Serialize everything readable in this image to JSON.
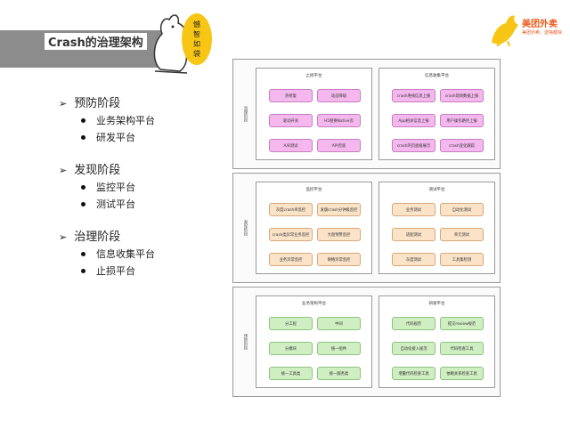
{
  "header": {
    "title": "Crash的治理架构",
    "brand_badge": "憾智如袋",
    "logo_name": "美团外卖",
    "logo_tagline": "美团外卖，送啥都快"
  },
  "outline": [
    {
      "phase": "预防阶段",
      "items": [
        "业务架构平台",
        "研发平台"
      ]
    },
    {
      "phase": "发现阶段",
      "items": [
        "监控平台",
        "测试平台"
      ]
    },
    {
      "phase": "治理阶段",
      "items": [
        "信息收集平台",
        "止损平台"
      ]
    }
  ],
  "diagram": {
    "layers": [
      {
        "label": "治理阶段",
        "platforms": [
          {
            "title": "止损平台",
            "chips": [
              "热修复",
              "动态降级",
              "驱动开关",
              "H5替换Native页",
              "A/B测试",
              "API兜底"
            ]
          },
          {
            "title": "信息收集平台",
            "chips": [
              "crash堆栈信息上报",
              "crash现场数据上报",
              "App相关信息上报",
              "用户操作路径上报",
              "crash的页面级展示",
              "crash变化跟踪"
            ]
          }
        ]
      },
      {
        "label": "发现阶段",
        "platforms": [
          {
            "title": "监控平台",
            "chips": [
              "灰度crash率监控",
              "发版crash分钟级监控",
              "crash类异常业务监控",
              "大盘预警监控",
              "业务异常监控",
              "网络异常监控"
            ]
          },
          {
            "title": "测试平台",
            "chips": [
              "业务测试",
              "自动化测试",
              "适配测试",
              "单元测试",
              "灰度测试",
              "工具集检测"
            ]
          }
        ]
      },
      {
        "label": "预防阶段",
        "platforms": [
          {
            "title": "业务架构平台",
            "chips": [
              "分工程",
              "中间",
              "分模块",
              "统一组件",
              "统一工具类",
              "统一服务类"
            ]
          },
          {
            "title": "研发平台",
            "chips": [
              "代码规范",
              "提交review规范",
              "自动化接入规范",
              "代码检查工具",
              "增量代码检查工具",
              "依赖关系检查工具"
            ]
          }
        ]
      }
    ]
  }
}
